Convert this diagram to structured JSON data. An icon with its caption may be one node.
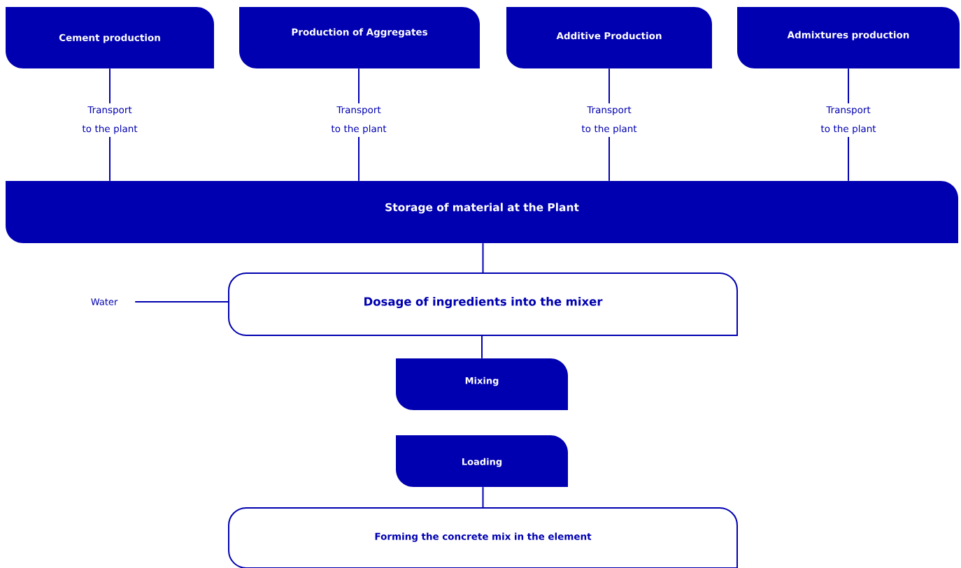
{
  "diagram": {
    "nodes": [
      {
        "text": [
          "Cement production"
        ]
      },
      {
        "text": [
          "Production of Aggregates"
        ]
      },
      {
        "text": [
          "Additive Production"
        ]
      },
      {
        "text": [
          "Admixtures production"
        ]
      },
      {
        "text": [
          "Transport to the plant"
        ]
      },
      {
        "text": [
          "Transport to the plant"
        ]
      },
      {
        "text": [
          "Transport to the plant"
        ]
      },
      {
        "text": [
          "Transport to the plant"
        ]
      },
      {
        "text": [
          "Storage of material at the Plant"
        ]
      },
      {
        "text": [
          "Water"
        ]
      },
      {
        "text": [
          "Dosage of ingredients into the mixer"
        ]
      },
      {
        "text": [
          "Mixing"
        ]
      },
      {
        "text": [
          "Loading"
        ]
      },
      {
        "text": [
          "Forming the concrete mix in the element"
        ]
      }
    ],
    "edges": [
      {
        "from": 0,
        "to": 4,
        "arrow": "none"
      },
      {
        "from": 1,
        "to": 5,
        "arrow": "none"
      },
      {
        "from": 2,
        "to": 6,
        "arrow": "none"
      },
      {
        "from": 3,
        "to": 7,
        "arrow": "none"
      },
      {
        "from": 4,
        "to": 8,
        "arrow": "none"
      },
      {
        "from": 5,
        "to": 8,
        "arrow": "none"
      },
      {
        "from": 6,
        "to": 8,
        "arrow": "none"
      },
      {
        "from": 7,
        "to": 8,
        "arrow": "none"
      },
      {
        "from": 8,
        "to": 10,
        "arrow": "none"
      },
      {
        "from": 9,
        "to": 10,
        "arrow": "none"
      },
      {
        "from": 10,
        "to": 11,
        "arrow": "none"
      },
      {
        "from": 12,
        "to": 13,
        "arrow": "none"
      }
    ]
  }
}
